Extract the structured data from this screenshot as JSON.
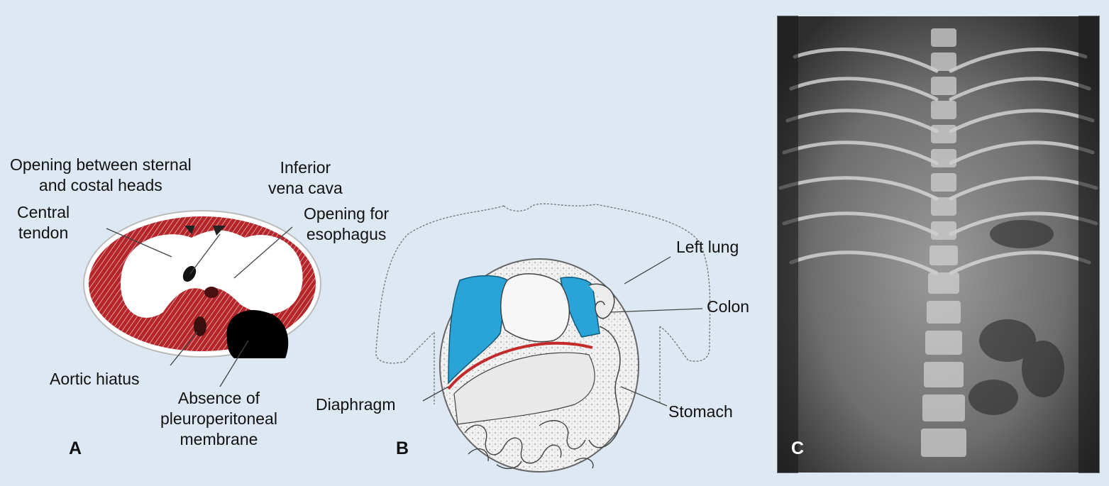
{
  "panel_a": {
    "letter": "A",
    "labels": {
      "opening_sternal_costal": "Opening between sternal\nand costal heads",
      "inferior_vena_cava": "Inferior\nvena cava",
      "central_tendon": "Central\ntendon",
      "opening_esophagus": "Opening for\nesophagus",
      "aortic_hiatus": "Aortic hiatus",
      "absence_membrane": "Absence of\npleuroperitoneal\nmembrane"
    }
  },
  "panel_b": {
    "letter": "B",
    "labels": {
      "left_lung": "Left lung",
      "colon": "Colon",
      "diaphragm": "Diaphragm",
      "stomach": "Stomach"
    }
  },
  "panel_c": {
    "letter": "C"
  },
  "colors": {
    "background": "#dde8f3",
    "muscle_red": "#b5262a",
    "lung_blue": "#2aa3d6",
    "diaphragm_line": "#c42a2a",
    "defect_black": "#000000"
  }
}
